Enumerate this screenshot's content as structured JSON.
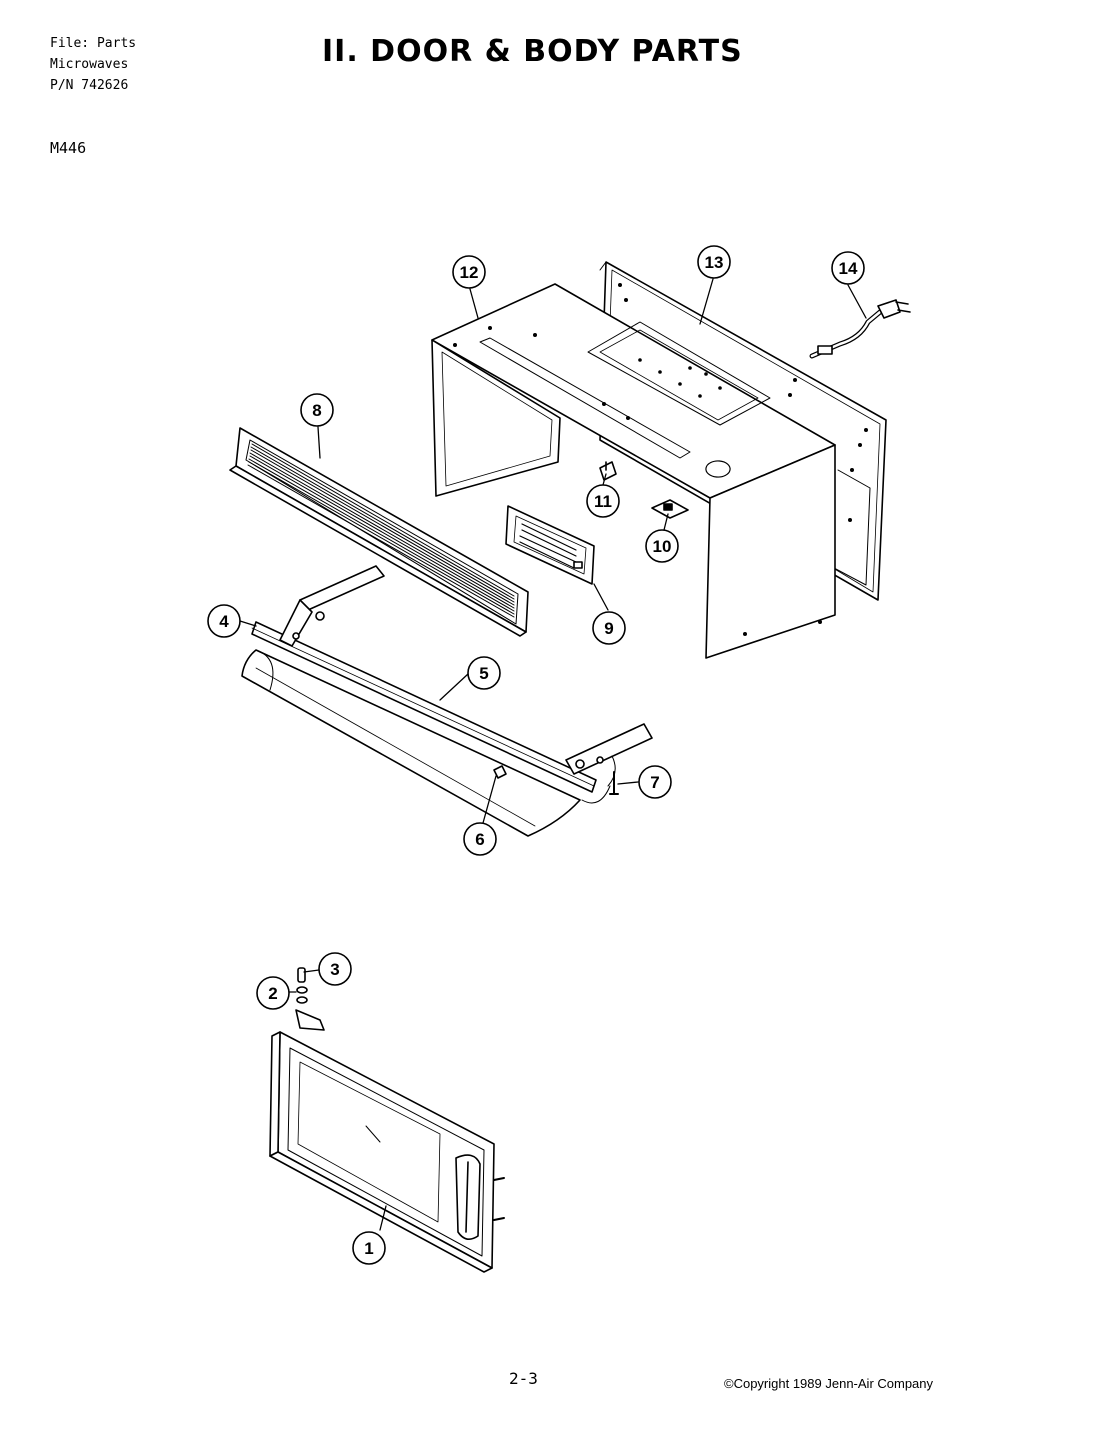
{
  "header": {
    "file_line": "File: Parts",
    "category_line": "Microwaves",
    "part_number_line": "P/N 742626",
    "model": "M446",
    "title": "II. DOOR & BODY PARTS"
  },
  "callouts": [
    "1",
    "2",
    "3",
    "4",
    "5",
    "6",
    "7",
    "8",
    "9",
    "10",
    "11",
    "12",
    "13",
    "14"
  ],
  "footer": {
    "page_number": "2-3",
    "copyright": "©Copyright 1989 Jenn-Air Company"
  }
}
